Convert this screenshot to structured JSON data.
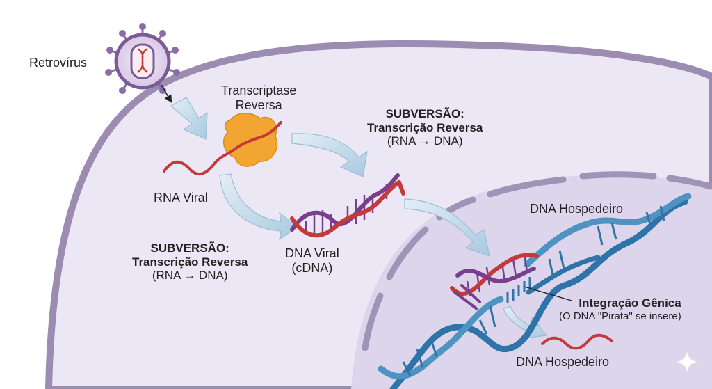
{
  "labels": {
    "retrovirus": "Retrovírus",
    "rt_line1": "Transcriptase",
    "rt_line2": "Reversa",
    "rna_viral": "RNA Viral",
    "sub_top": {
      "title": "SUBVERSÃO:",
      "subtitle": "Transcrição Reversa",
      "detail": "(RNA → DNA)"
    },
    "sub_left": {
      "title": "SUBVERSÃO:",
      "subtitle": "Transcrição Reversa",
      "detail": "(RNA → DNA)"
    },
    "dna_viral_line1": "DNA Viral",
    "dna_viral_line2": "(cDNA)",
    "dna_host_top": "DNA Hospedeiro",
    "integration_title": "Integração Gênica",
    "integration_detail": "(O DNA \"Pirata\" se insere)",
    "dna_host_bottom": "DNA Hospedeiro"
  },
  "colors": {
    "cell_fill": "#ece7f4",
    "cell_border": "#9c8cb2",
    "nucleus_fill": "#ddd5ec",
    "viral_strand": "#c43a3a",
    "viral_strand_dark": "#7a3e8e",
    "host_strand": "#2e74a8",
    "host_strand_light": "#4f93c3",
    "enzyme": "#f2a531",
    "arrow_fill": "#b8d3e6"
  }
}
